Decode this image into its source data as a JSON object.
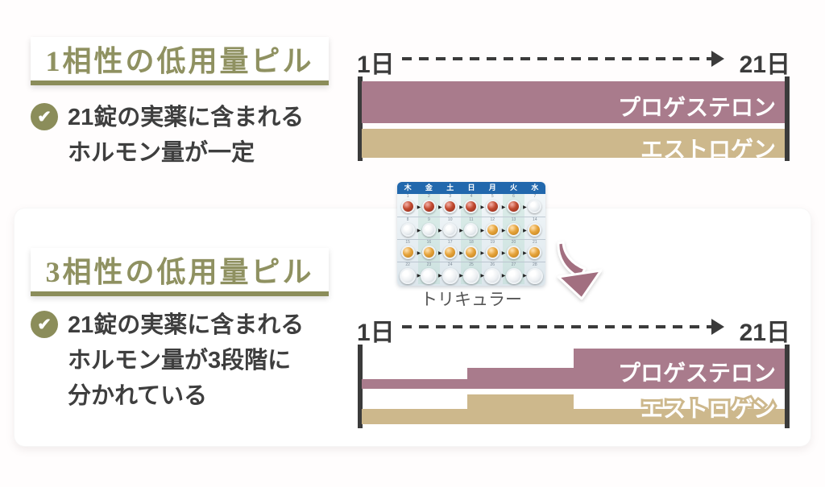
{
  "colors": {
    "accent_olive": "#8b8d5a",
    "heading_olive": "#8f9161",
    "text_dark": "#3e3e3e",
    "progesterone_mauve": "#a97b8c",
    "estrogen_tan": "#cdb88c",
    "pack_header_blue": "#2268ad",
    "curved_arrow_mauve": "#a26f80"
  },
  "sections": {
    "mono": {
      "title": "1相性の低用量ピル",
      "check_icon": "check-circle",
      "bullet_lines": [
        "21錠の実薬に含まれる",
        "ホルモン量が一定"
      ]
    },
    "tri": {
      "title": "3相性の低用量ピル",
      "check_icon": "check-circle",
      "bullet_lines": [
        "21錠の実薬に含まれる",
        "ホルモン量が3段階に",
        "分かれている"
      ]
    }
  },
  "pill_pack": {
    "caption": "トリキュラー",
    "weekday_header": [
      "木",
      "金",
      "土",
      "日",
      "月",
      "火",
      "水"
    ],
    "rows": [
      {
        "numbers": [
          1,
          2,
          3,
          4,
          5,
          6,
          7
        ],
        "pills": [
          "red",
          "red",
          "red",
          "red",
          "red",
          "red",
          "white"
        ]
      },
      {
        "numbers": [
          8,
          9,
          10,
          11,
          12,
          13,
          14
        ],
        "pills": [
          "white",
          "white",
          "white",
          "white",
          "orange",
          "orange",
          "orange"
        ]
      },
      {
        "numbers": [
          15,
          16,
          17,
          18,
          19,
          20,
          21
        ],
        "pills": [
          "orange",
          "orange",
          "orange",
          "orange",
          "orange",
          "orange",
          "orange"
        ]
      },
      {
        "numbers": [
          22,
          23,
          24,
          25,
          26,
          27,
          28
        ],
        "pills": [
          "placebo",
          "placebo",
          "placebo",
          "placebo",
          "placebo",
          "placebo",
          "placebo"
        ]
      }
    ]
  },
  "chart_data": [
    {
      "type": "area",
      "subtitle": "1相性：ホルモン量が一定",
      "x_start_label": "1日",
      "x_end_label": "21日",
      "x_axis_style": "dashed-arrow",
      "series": [
        {
          "name": "プロゲステロン",
          "color": "#a97b8c",
          "segments": [
            {
              "width_pct": 100,
              "level": 52
            }
          ]
        },
        {
          "name": "エストロゲン",
          "color": "#cdb88c",
          "segments": [
            {
              "width_pct": 100,
              "level": 36
            }
          ]
        }
      ]
    },
    {
      "type": "area",
      "subtitle": "3相性：ホルモン量が3段階",
      "x_start_label": "1日",
      "x_end_label": "21日",
      "x_axis_style": "dashed-arrow",
      "series": [
        {
          "name": "プロゲステロン",
          "color": "#a97b8c",
          "segments": [
            {
              "width_pct": 25,
              "level": 12
            },
            {
              "width_pct": 25,
              "level": 26
            },
            {
              "width_pct": 50,
              "level": 50
            }
          ]
        },
        {
          "name": "エストロゲン",
          "color": "#cdb88c",
          "segments": [
            {
              "width_pct": 25,
              "level": 19
            },
            {
              "width_pct": 25,
              "level": 37
            },
            {
              "width_pct": 50,
              "level": 19
            }
          ]
        }
      ]
    }
  ]
}
